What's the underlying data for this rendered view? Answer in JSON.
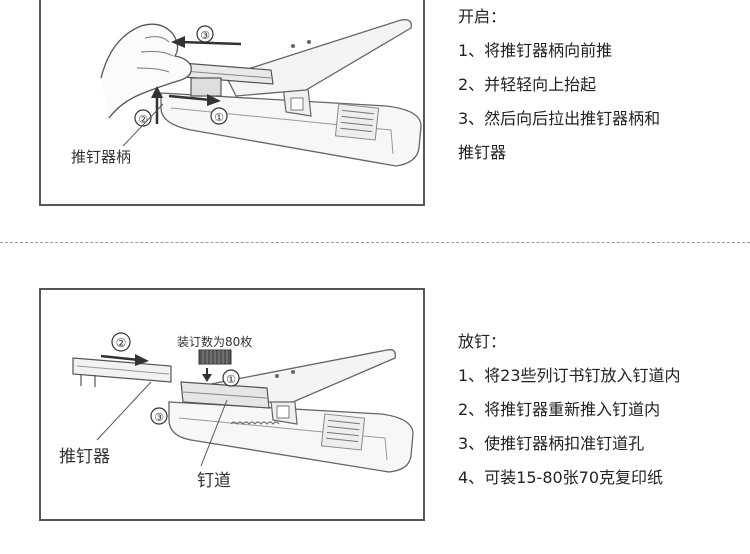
{
  "open_section": {
    "diagram": {
      "part_label": "推钉器柄",
      "step_markers": [
        "①",
        "②",
        "③"
      ]
    },
    "heading": "开启：",
    "steps": [
      "1、将推钉器柄向前推",
      "2、并轻轻向上抬起",
      "3、然后向后拉出推钉器柄和",
      "推钉器"
    ]
  },
  "load_section": {
    "diagram": {
      "capacity_note": "装订数为80枚",
      "pusher_label": "推钉器",
      "channel_label": "钉道",
      "step_markers": [
        "①",
        "②",
        "③"
      ]
    },
    "heading": "放钉：",
    "steps": [
      "1、将23些列订书钉放入钉道内",
      "2、将推钉器重新推入钉道内",
      "3、使推钉器柄扣准钉道孔",
      "4、可装15-80张70克复印纸"
    ]
  }
}
